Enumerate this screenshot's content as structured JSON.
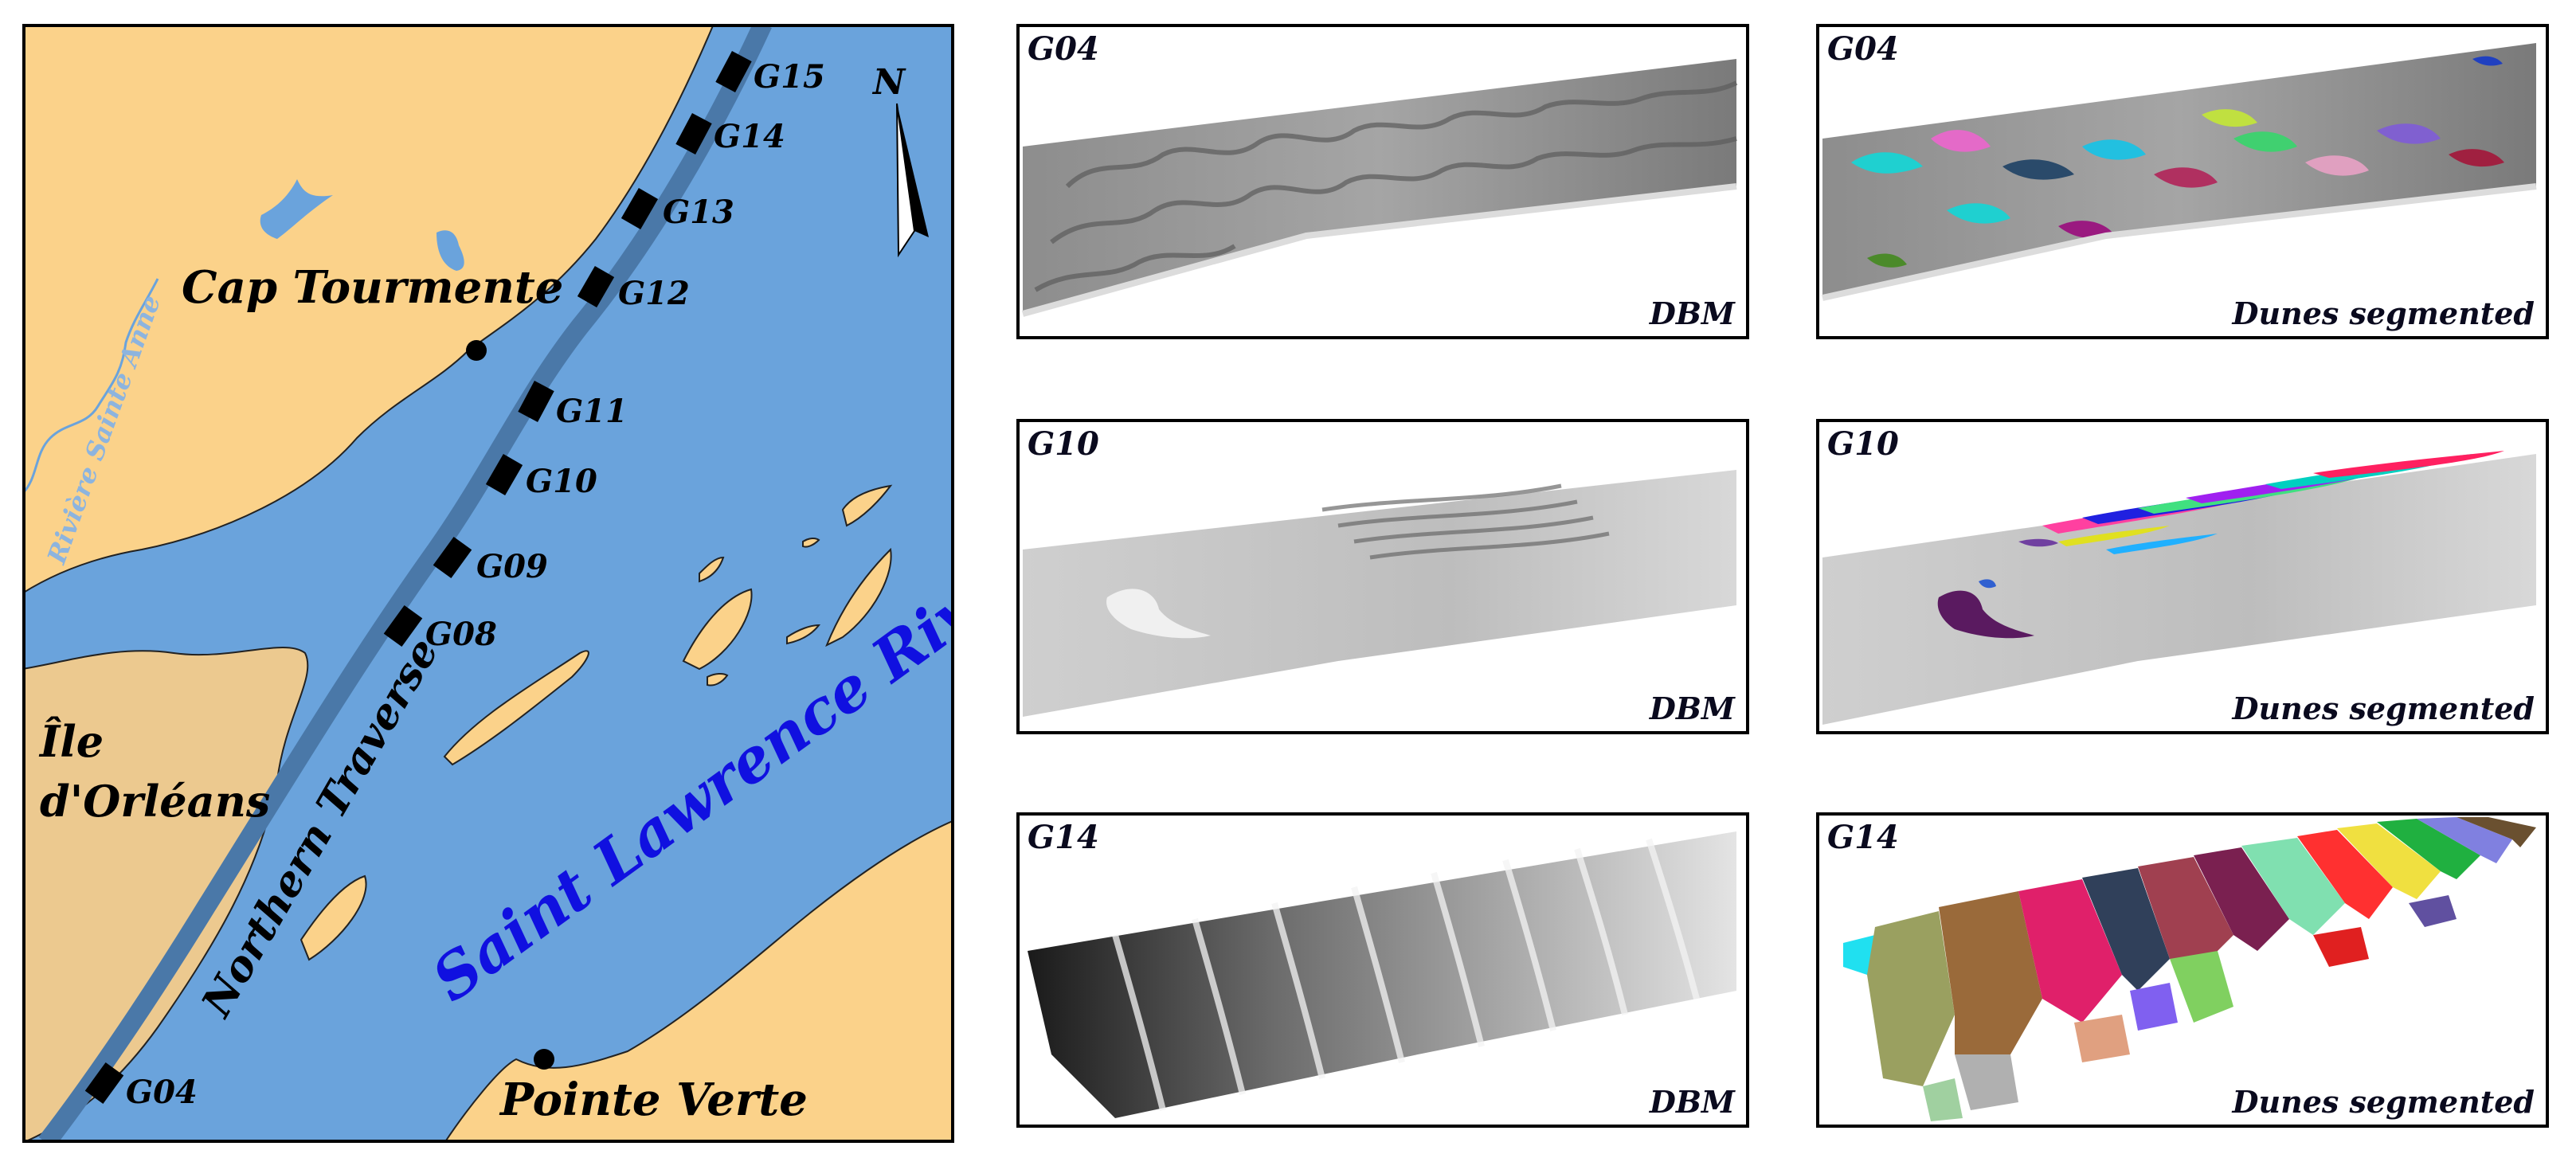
{
  "map": {
    "labels": {
      "cap_tourmente": "Cap Tourmente",
      "ile_orleans_line1": "Île",
      "ile_orleans_line2": "d'Orléans",
      "northern_traverse": "Northern Traverse",
      "saint_lawrence": "Saint Lawrence River",
      "pointe_verte": "Pointe Verte",
      "riviere": "Rivière Sainte Anne",
      "north": "N"
    },
    "stations": [
      "G04",
      "G08",
      "G09",
      "G10",
      "G11",
      "G12",
      "G13",
      "G14",
      "G15"
    ],
    "colors": {
      "land": "#fbd28a",
      "water": "#6aa3dc",
      "channel": "#4a78a8",
      "island": "#ecc98f",
      "river_label": "#1010e0",
      "riviere_label": "#8db4de"
    }
  },
  "panels": [
    {
      "id": "G04",
      "caption": "DBM",
      "kind": "dbm"
    },
    {
      "id": "G04",
      "caption": "Dunes segmented",
      "kind": "segmented"
    },
    {
      "id": "G10",
      "caption": "DBM",
      "kind": "dbm"
    },
    {
      "id": "G10",
      "caption": "Dunes segmented",
      "kind": "segmented"
    },
    {
      "id": "G14",
      "caption": "DBM",
      "kind": "dbm"
    },
    {
      "id": "G14",
      "caption": "Dunes segmented",
      "kind": "segmented"
    }
  ]
}
